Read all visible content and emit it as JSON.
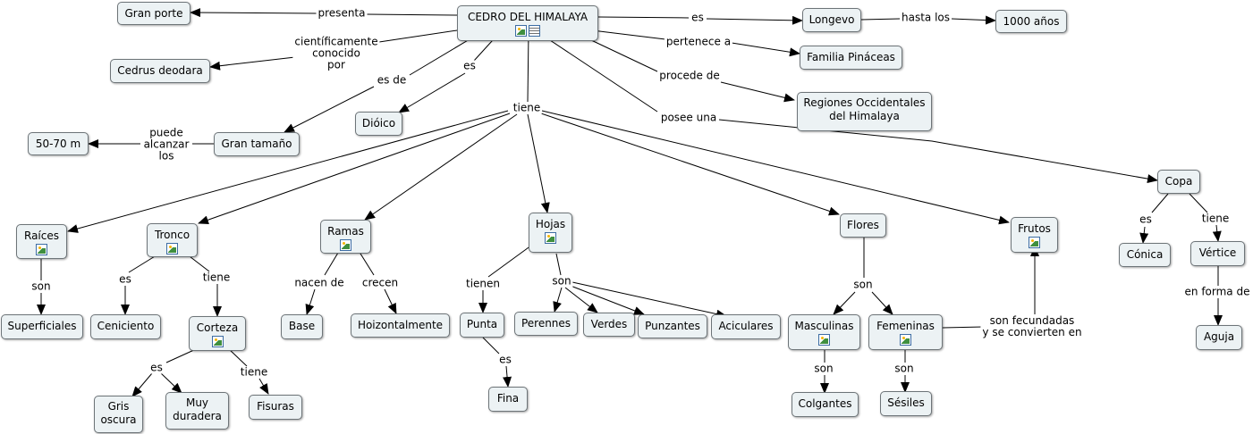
{
  "nodes": {
    "root": "CEDRO DEL HIMALAYA",
    "gran_porte": "Gran porte",
    "longevo": "Longevo",
    "mil_anos": "1000 años",
    "cedrus": "Cedrus deodara",
    "familia": "Familia Pináceas",
    "regiones_l1": "Regiones Occidentales",
    "regiones_l2": "del Himalaya",
    "dioico": "Dióico",
    "gran_tamano": "Gran tamaño",
    "cincuenta": "50-70 m",
    "copa": "Copa",
    "conica": "Cónica",
    "vertice": "Vértice",
    "aguja": "Aguja",
    "raices": "Raíces",
    "superficiales": "Superficiales",
    "tronco": "Tronco",
    "ceniciento": "Ceniciento",
    "corteza": "Corteza",
    "gris_l1": "Gris",
    "gris_l2": "oscura",
    "muy_l1": "Muy",
    "muy_l2": "duradera",
    "fisuras": "Fisuras",
    "ramas": "Ramas",
    "base": "Base",
    "horizontal": "Hoizontalmente",
    "hojas": "Hojas",
    "punta": "Punta",
    "fina": "Fina",
    "perennes": "Perennes",
    "verdes": "Verdes",
    "punzantes": "Punzantes",
    "aciculares": "Aciculares",
    "flores": "Flores",
    "masculinas": "Masculinas",
    "femeninas": "Femeninas",
    "colgantes": "Colgantes",
    "sesiles": "Sésiles",
    "frutos": "Frutos"
  },
  "links": {
    "presenta": "presenta",
    "es_longevo": "es",
    "hasta_los": "hasta los",
    "cientificamente_l1": "científicamente",
    "cientificamente_l2": "conocido",
    "cientificamente_l3": "por",
    "pertenece": "pertenece a",
    "es_dioico": "es",
    "es_de": "es de",
    "procede": "procede de",
    "puede_l1": "puede",
    "puede_l2": "alcanzar",
    "puede_l3": "los",
    "tiene": "tiene",
    "posee": "posee una",
    "copa_es": "es",
    "copa_tiene": "tiene",
    "en_forma_de": "en forma de",
    "raices_son": "son",
    "tronco_es": "es",
    "tronco_tiene": "tiene",
    "corteza_es": "es",
    "corteza_tiene": "tiene",
    "nacen_de": "nacen de",
    "crecen": "crecen",
    "tienen": "tienen",
    "hojas_son": "son",
    "punta_es": "es",
    "flores_son": "son",
    "masc_son": "son",
    "fem_son": "son",
    "fecundadas_l1": "son fecundadas",
    "fecundadas_l2": "y se convierten en"
  },
  "icons": {
    "image": "image-resource-icon",
    "document": "document-resource-icon"
  },
  "colors": {
    "node_fill": "#ecf2f4",
    "node_border": "#6d7478",
    "line": "#000000",
    "icon_border": "#3d6da3"
  }
}
